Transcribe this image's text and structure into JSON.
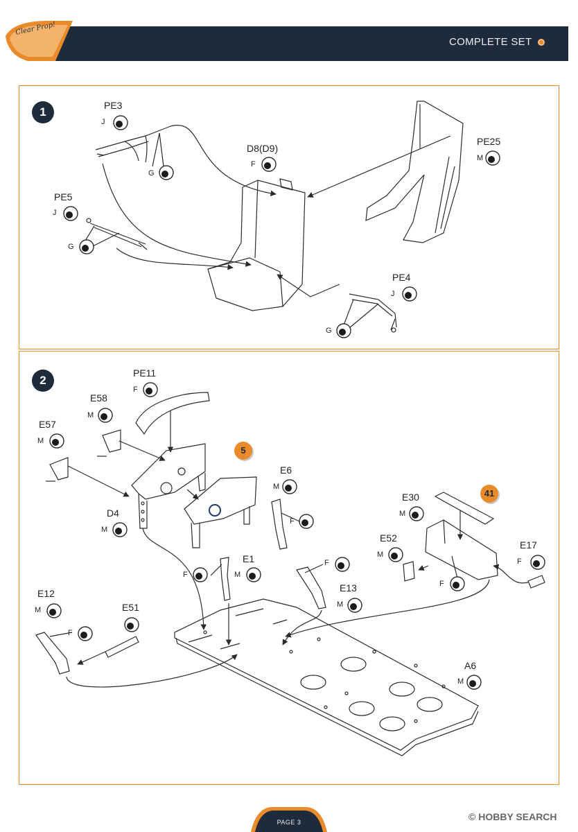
{
  "header": {
    "title": "COMPLETE SET",
    "logo_text": "Clear Prop!"
  },
  "colors": {
    "navy": "#1f2a3a",
    "orange": "#e98a2b",
    "line": "#2b2b2b"
  },
  "icons": {
    "paint_callout": "paint-drop-icon"
  },
  "step1": {
    "number": "1",
    "callouts": [
      {
        "part": "PE3",
        "code": "J"
      },
      {
        "part": "",
        "code": "G"
      },
      {
        "part": "D8(D9)",
        "code": "F"
      },
      {
        "part": "PE25",
        "code": "M"
      },
      {
        "part": "PE5",
        "code": "J"
      },
      {
        "part": "",
        "code": "G"
      },
      {
        "part": "PE4",
        "code": "J"
      },
      {
        "part": "",
        "code": "G"
      }
    ]
  },
  "step2": {
    "number": "2",
    "refs": [
      "5",
      "41"
    ],
    "callouts": [
      {
        "part": "PE11",
        "code": "F"
      },
      {
        "part": "E58",
        "code": "M"
      },
      {
        "part": "E57",
        "code": "M"
      },
      {
        "part": "E6",
        "code": "M"
      },
      {
        "part": "",
        "code": "F"
      },
      {
        "part": "D4",
        "code": "M"
      },
      {
        "part": "E30",
        "code": "M"
      },
      {
        "part": "E52",
        "code": "M"
      },
      {
        "part": "E17",
        "code": "F"
      },
      {
        "part": "",
        "code": "F"
      },
      {
        "part": "E1",
        "code": "M"
      },
      {
        "part": "",
        "code": "F"
      },
      {
        "part": "",
        "code": "F"
      },
      {
        "part": "E13",
        "code": "M"
      },
      {
        "part": "E12",
        "code": "M"
      },
      {
        "part": "E51",
        "code": ""
      },
      {
        "part": "",
        "code": "F"
      },
      {
        "part": "A6",
        "code": "M"
      }
    ]
  },
  "footer": {
    "page": "PAGE 3",
    "watermark": "HOBBY SEARCH"
  }
}
